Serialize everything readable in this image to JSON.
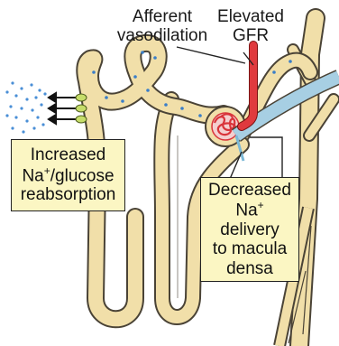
{
  "labels": {
    "afferent_line1": "Afferent",
    "afferent_line2": "vasodilation",
    "gfr_line1": "Elevated",
    "gfr_line2": "GFR"
  },
  "box_reabsorption": {
    "line1": "Increased",
    "line2_prefix": "Na",
    "line2_sup": "+",
    "line2_suffix": "/glucose",
    "line3": "reabsorption"
  },
  "box_macula": {
    "line1": "Decreased",
    "line2_prefix": "Na",
    "line2_sup": "+",
    "line3": "delivery",
    "line4": "to macula",
    "line5": "densa"
  },
  "colors": {
    "tubule_fill": "#f1dfa9",
    "tubule_outline": "#4a4336",
    "lumen_dots": "#3a7ec8",
    "glomerulus": "#d9343a",
    "afferent_arteriole": "#e03a3e",
    "efferent_vessel": "#a7cfe3",
    "box_fill": "#fbf6c3",
    "reabsorbed_particles": "#4a8fd6"
  }
}
